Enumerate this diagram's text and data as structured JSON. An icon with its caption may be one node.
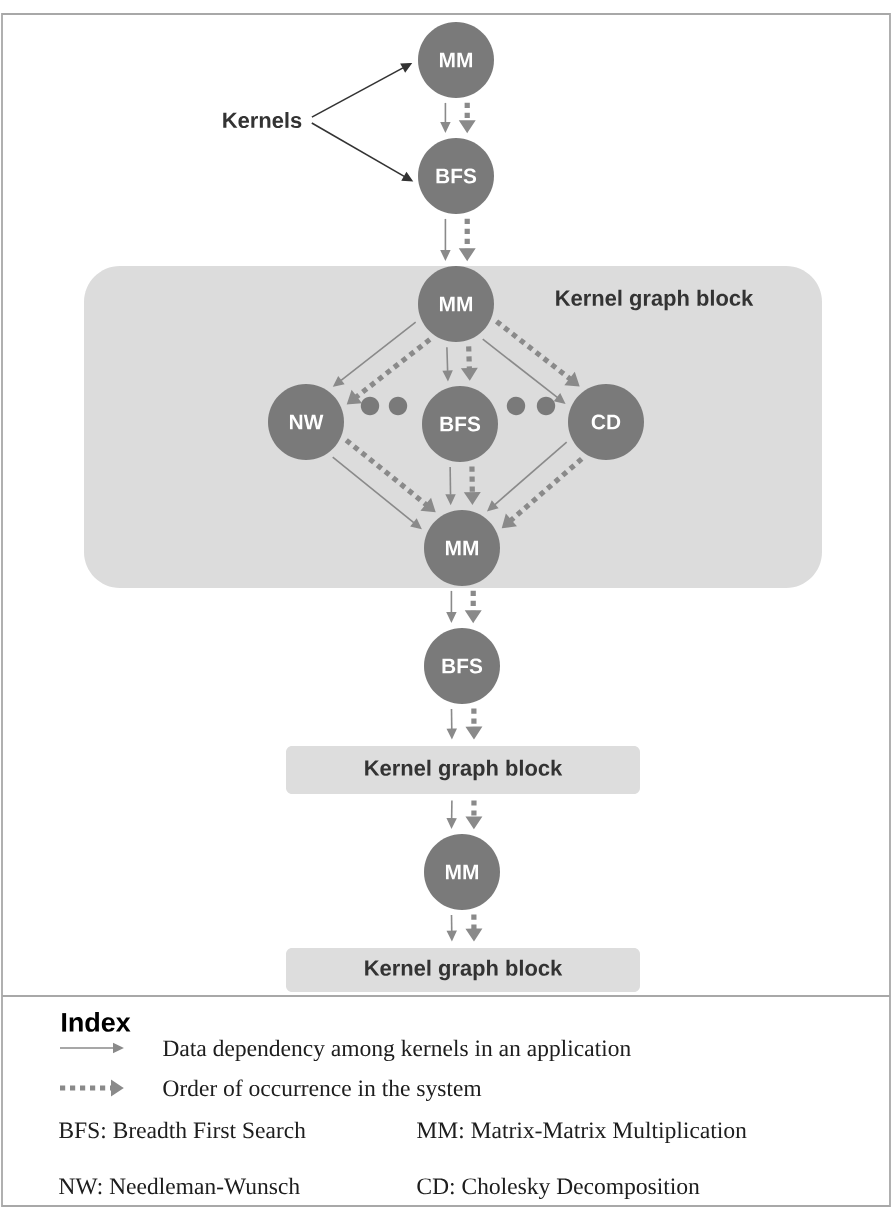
{
  "diagram": {
    "nodes": [
      {
        "text": [
          "MM"
        ]
      },
      {
        "text": [
          "Kernels"
        ]
      },
      {
        "text": [
          "BFS"
        ]
      },
      {
        "text": [
          "Kernel graph block"
        ]
      },
      {
        "text": [
          "MM"
        ],
        "in": 3
      },
      {
        "text": [
          "NW"
        ],
        "in": 3
      },
      {
        "text": [
          "BFS"
        ],
        "in": 3
      },
      {
        "text": [
          "CD"
        ],
        "in": 3
      },
      {
        "text": [
          "MM"
        ],
        "in": 3
      },
      {
        "text": [
          "BFS"
        ]
      },
      {
        "text": [
          "Kernel graph block"
        ]
      },
      {
        "text": [
          "MM"
        ]
      },
      {
        "text": [
          "Kernel graph block"
        ]
      }
    ],
    "edges": [
      {
        "from": 1,
        "to": 0,
        "arrow": "to",
        "color": "#333333"
      },
      {
        "from": 1,
        "to": 2,
        "arrow": "to",
        "color": "#333333"
      },
      {
        "from": 0,
        "to": 2,
        "arrow": "to"
      },
      {
        "from": 0,
        "to": 2,
        "arrow": "to",
        "style": "dashed"
      },
      {
        "from": 2,
        "to": 4,
        "arrow": "to"
      },
      {
        "from": 2,
        "to": 4,
        "arrow": "to",
        "style": "dashed"
      },
      {
        "from": 4,
        "to": 5,
        "arrow": "to"
      },
      {
        "from": 4,
        "to": 5,
        "arrow": "to",
        "style": "dashed"
      },
      {
        "from": 4,
        "to": 6,
        "arrow": "to"
      },
      {
        "from": 4,
        "to": 6,
        "arrow": "to",
        "style": "dashed"
      },
      {
        "from": 4,
        "to": 7,
        "arrow": "to"
      },
      {
        "from": 4,
        "to": 7,
        "arrow": "to",
        "style": "dashed"
      },
      {
        "from": 5,
        "to": 8,
        "arrow": "to"
      },
      {
        "from": 5,
        "to": 8,
        "arrow": "to",
        "style": "dashed"
      },
      {
        "from": 6,
        "to": 8,
        "arrow": "to"
      },
      {
        "from": 6,
        "to": 8,
        "arrow": "to",
        "style": "dashed"
      },
      {
        "from": 7,
        "to": 8,
        "arrow": "to"
      },
      {
        "from": 7,
        "to": 8,
        "arrow": "to",
        "style": "dashed"
      },
      {
        "from": 8,
        "to": 9,
        "arrow": "to"
      },
      {
        "from": 8,
        "to": 9,
        "arrow": "to",
        "style": "dashed"
      },
      {
        "from": 9,
        "to": 10,
        "arrow": "to"
      },
      {
        "from": 9,
        "to": 10,
        "arrow": "to",
        "style": "dashed"
      },
      {
        "from": 10,
        "to": 11,
        "arrow": "to"
      },
      {
        "from": 10,
        "to": 11,
        "arrow": "to",
        "style": "dashed"
      },
      {
        "from": 11,
        "to": 12,
        "arrow": "to"
      },
      {
        "from": 11,
        "to": 12,
        "arrow": "to",
        "style": "dashed"
      }
    ],
    "labels": [
      "Index",
      "BFS: Breadth First Search",
      "MM: Matrix-Matrix Multiplication",
      "NW: Needleman-Wunsch",
      "CD: Cholesky Decomposition"
    ],
    "legend": [
      {
        "text": "Data dependency among kernels in an application"
      },
      {
        "text": "Order of occurrence in the system"
      }
    ]
  }
}
